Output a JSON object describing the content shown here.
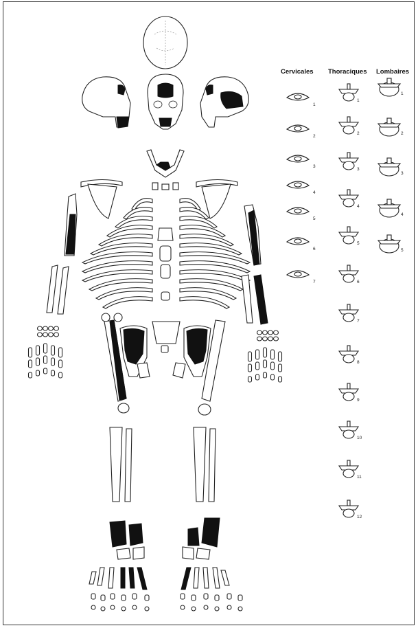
{
  "headers": {
    "cervical": "Cervicales",
    "thoracic": "Thoraciques",
    "lumbar": "Lombaires"
  },
  "cervical_labels": [
    "1",
    "2",
    "3",
    "4",
    "5",
    "6",
    "7"
  ],
  "thoracic_labels": [
    "1",
    "2",
    "3",
    "4",
    "5",
    "6",
    "7",
    "8",
    "9",
    "10",
    "11",
    "12"
  ],
  "lumbar_labels": [
    "1",
    "2",
    "3",
    "4",
    "5"
  ],
  "colors": {
    "line": "#222222",
    "preserved": "#111111",
    "background": "#ffffff"
  }
}
